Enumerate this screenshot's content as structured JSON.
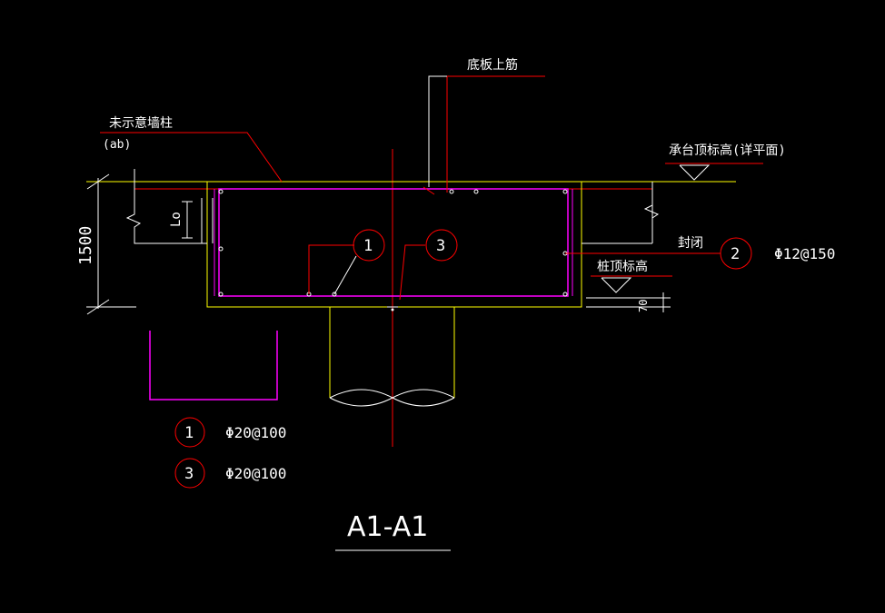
{
  "colors": {
    "background": "#000000",
    "leader_red": "#ff0000",
    "edge_yellow": "#ffff00",
    "rebar_magenta": "#ff00ff",
    "text_white": "#ffffff"
  },
  "labels": {
    "top_slab_rebar": "底板上筋",
    "wall_column": "未示意墙柱",
    "wall_column_sub": "(ab)",
    "cap_top_elevation": "承台顶标高(详平面)",
    "seal": "封闭",
    "pile_top_elevation": "桩顶标高",
    "lo": "Lo",
    "depth_dim": "1500",
    "embed_dim": "70"
  },
  "callouts": {
    "c1": "1",
    "c2": "2",
    "c3": "3"
  },
  "rebar_specs": {
    "spec2": "Φ12@150",
    "legend": [
      {
        "mark": "1",
        "spec": "Φ20@100"
      },
      {
        "mark": "3",
        "spec": "Φ20@100"
      }
    ]
  },
  "title": "A1-A1"
}
